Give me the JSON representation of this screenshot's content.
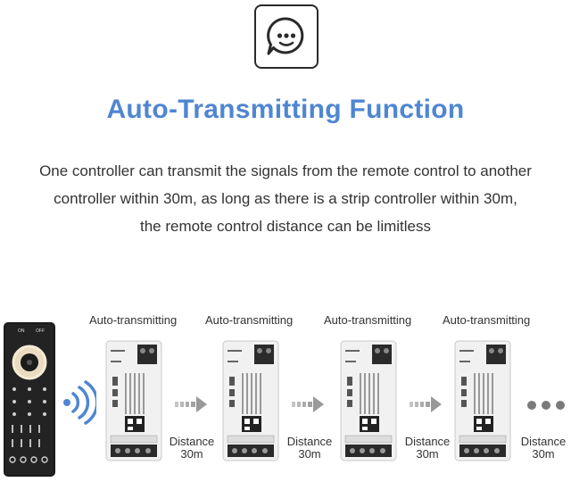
{
  "header": {
    "icon": "chat-bubble-smile-icon",
    "title": "Auto-Transmitting Function"
  },
  "description": {
    "lines": [
      "One controller can transmit the signals from the remote control to another",
      "controller within 30m, as long as there is a strip controller within 30m,",
      "the remote control distance can be limitless"
    ]
  },
  "remote": {
    "on_label": "ON",
    "off_label": "OFF"
  },
  "chain": {
    "stages": [
      {
        "label": "Auto-transmitting",
        "distance_line1": "Distance",
        "distance_line2": "30m"
      },
      {
        "label": "Auto-transmitting",
        "distance_line1": "Distance",
        "distance_line2": "30m"
      },
      {
        "label": "Auto-transmitting",
        "distance_line1": "Distance",
        "distance_line2": "30m"
      },
      {
        "label": "Auto-transmitting",
        "distance_line1": "Distance",
        "distance_line2": "30m"
      }
    ]
  },
  "colors": {
    "title": "#4f86d2",
    "signal": "#4f86d2",
    "arrow": "#a8a8a8",
    "dots": "#7a7a7a"
  }
}
